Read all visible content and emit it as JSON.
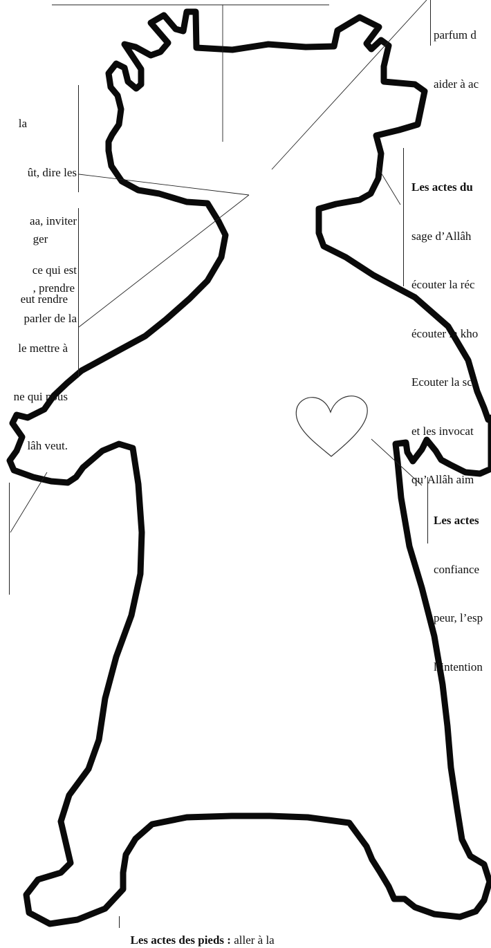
{
  "labels": {
    "head_top_right": {
      "lines": [
        "parfum d",
        "aider à ac"
      ]
    },
    "tongue_left": {
      "lines": [
        "la",
        "ût, dire les",
        "aa, inviter",
        "ce qui est",
        "parler de la"
      ]
    },
    "eyes_left": {
      "lines": [
        "ger",
        ", prendre"
      ]
    },
    "hands_left": {
      "lines": [
        "eut rendre",
        "le mettre à",
        "ne qui nous",
        "lâh veut."
      ]
    },
    "ears_right": {
      "title": "Les actes du",
      "lines": [
        "sage d’Allâh",
        "écouter la réc",
        "écouter la kho",
        "Ecouter la sci",
        "et les invocat",
        "qu’Allâh aim"
      ]
    },
    "heart_right": {
      "title": "Les actes",
      "lines": [
        "confiance",
        "peur, l’esp",
        "l’intention"
      ]
    },
    "feet_bottom": {
      "title": "Les actes des pieds :",
      "text": " aller à la"
    }
  },
  "colors": {
    "outline": "#0a0a0a",
    "leader": "#222222",
    "heart": "#333333"
  }
}
